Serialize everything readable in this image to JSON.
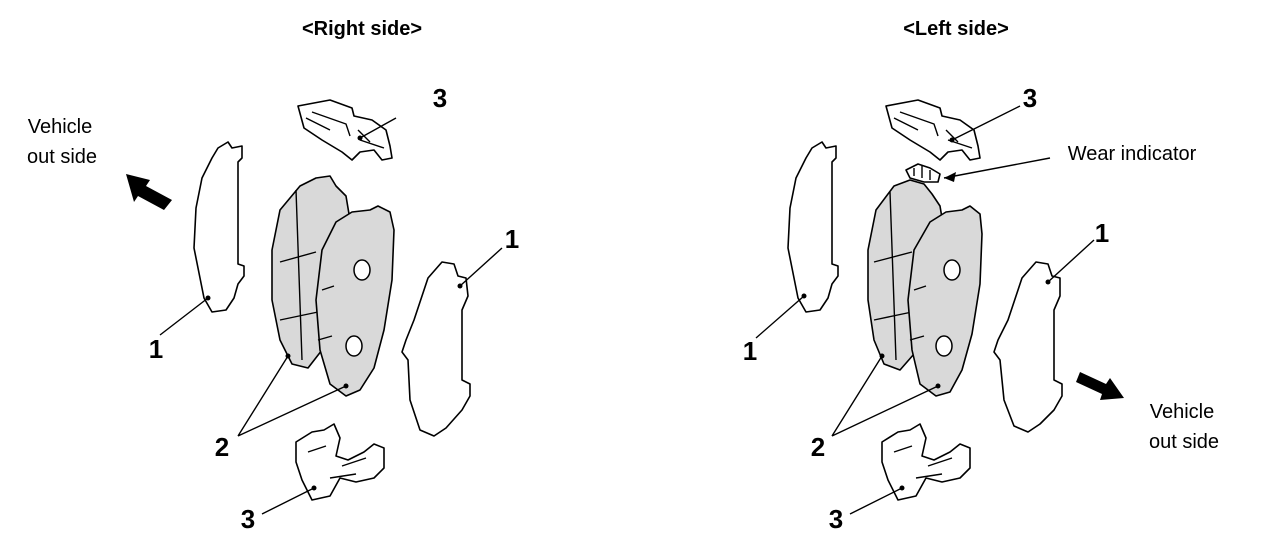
{
  "titles": {
    "right": "<Right side>",
    "left": "<Left side>"
  },
  "right_panel": {
    "callout_1a": "1",
    "callout_1b": "1",
    "callout_2": "2",
    "callout_3_top": "3",
    "callout_3_bottom": "3",
    "direction_label_line1": "Vehicle",
    "direction_label_line2": "out side"
  },
  "left_panel": {
    "callout_1a": "1",
    "callout_1b": "1",
    "callout_2": "2",
    "callout_3_top": "3",
    "callout_3_bottom": "3",
    "wear_indicator_label": "Wear indicator",
    "direction_label_line1": "Vehicle",
    "direction_label_line2": "out side"
  }
}
